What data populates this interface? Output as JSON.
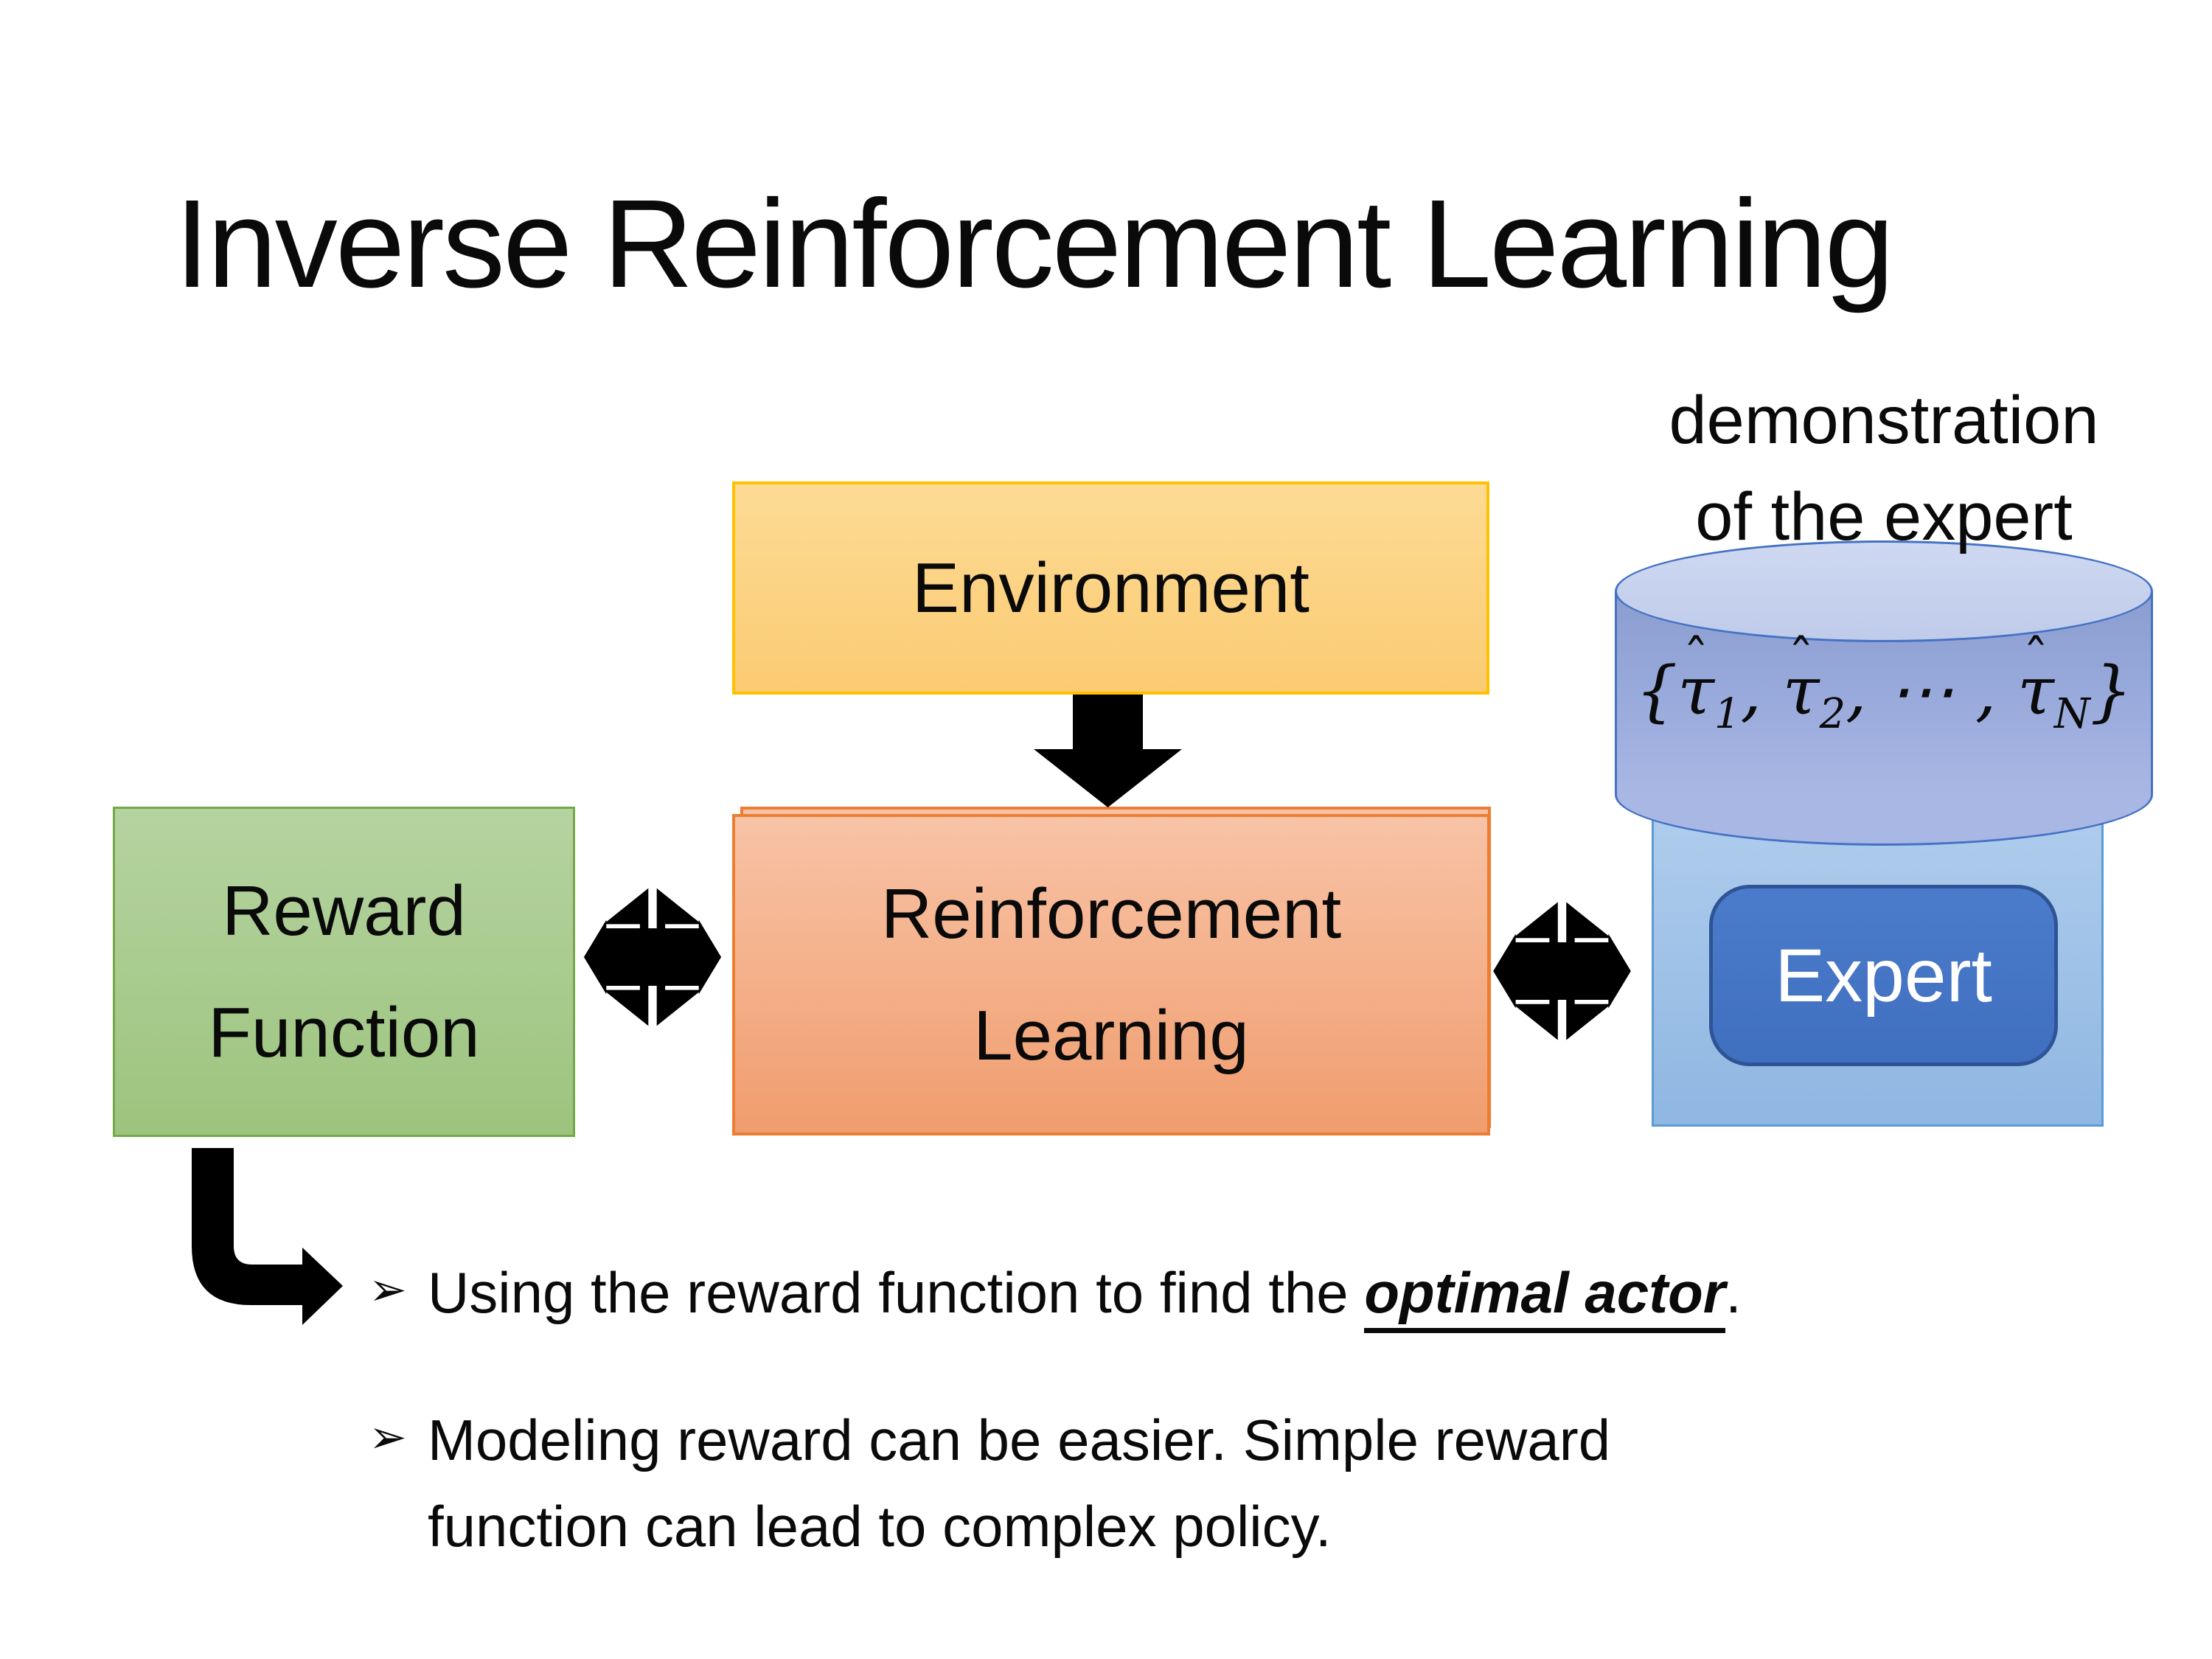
{
  "slide": {
    "title": "Inverse Reinforcement Learning",
    "background": "#FFFFFF",
    "text_color": "#0A0A0A"
  },
  "annotation": {
    "line1": "demonstration",
    "line2": "of the expert"
  },
  "diagram": {
    "environment": {
      "label": "Environment",
      "fill_top": "#FCDB95",
      "fill_bottom": "#FBCB72",
      "border": "#FFC000"
    },
    "reward_function": {
      "line1": "Reward",
      "line2": "Function",
      "fill_top": "#B5D3A0",
      "fill_bottom": "#9CC47E",
      "border": "#74A849"
    },
    "reinforcement_learning": {
      "line1": "Reinforcement",
      "line2": "Learning",
      "fill_top": "#F8C3A6",
      "fill_bottom": "#F09D6E",
      "border": "#ED7D31"
    },
    "expert_container": {
      "fill_top": "#B0CDED",
      "fill_bottom": "#8FB7E2",
      "border": "#5B9BD5"
    },
    "expert": {
      "label": "Expert",
      "fill": "#4472C4",
      "border": "#2F5496",
      "text_color": "#FFFFFF"
    },
    "cylinder": {
      "fill_body": "#96A8DA",
      "fill_top_ellipse": "#C7D1ED",
      "border": "#4472C4",
      "formula": {
        "open": "{",
        "hat": "ˆ",
        "tau": "τ",
        "sub1": "1",
        "sep1": ", ",
        "sub2": "2",
        "sep2": ", ⋯ , ",
        "subN": "N",
        "close": "}"
      }
    },
    "arrow_color": "#000000"
  },
  "bullets": {
    "marker": "➢",
    "item1": {
      "before": "Using the reward function to find the ",
      "emphasis": "optimal actor",
      "after": "."
    },
    "item2": {
      "line1": "Modeling reward can be easier. Simple reward",
      "line2": "function can lead to complex policy."
    }
  }
}
